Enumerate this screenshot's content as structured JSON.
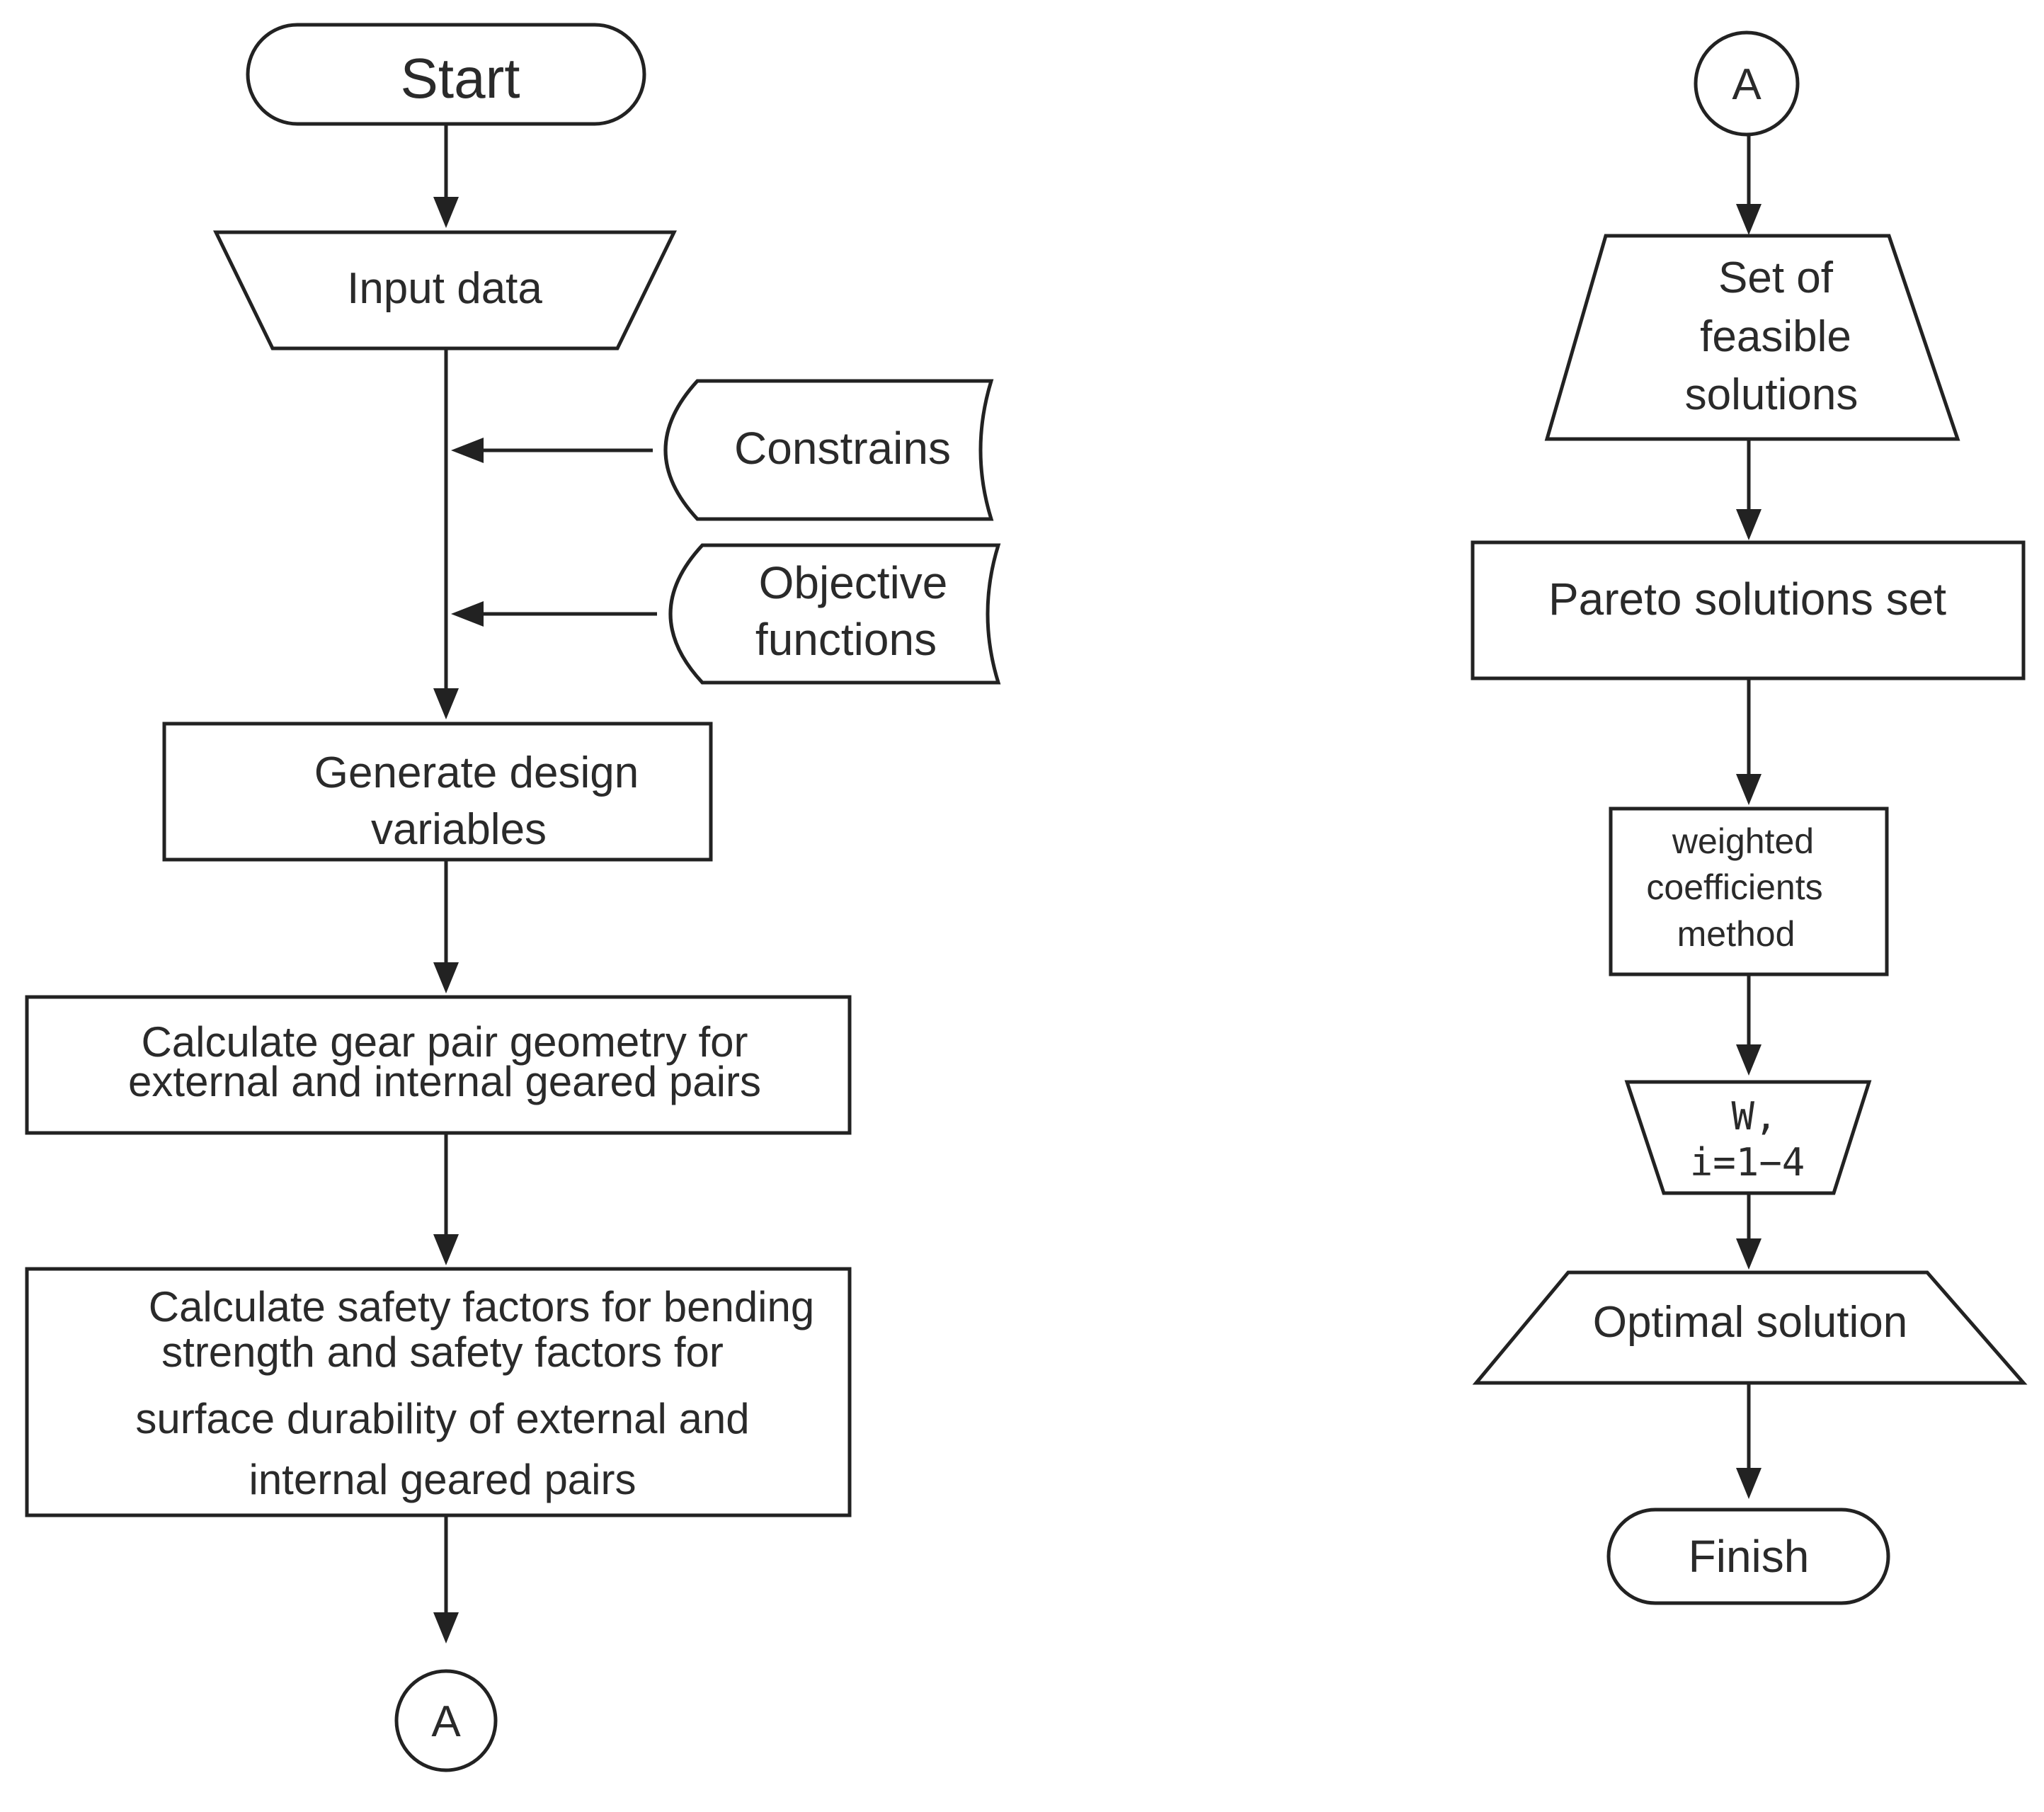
{
  "left_column": {
    "start": "Start",
    "input_data": "Input data",
    "constrains": "Constrains",
    "objective_functions": [
      "Objective",
      "functions"
    ],
    "generate_design_variables": [
      "Generate design",
      "variables"
    ],
    "calculate_geometry": [
      "Calculate gear pair geometry for",
      "external and internal geared pairs"
    ],
    "calculate_safety_factors": [
      "Calculate safety factors for bending",
      "strength and safety factors for",
      "surface durability of external and",
      "internal geared pairs"
    ],
    "connector_out": "A"
  },
  "right_column": {
    "connector_in": "A",
    "feasible_solutions": [
      "Set of",
      "feasible",
      "solutions"
    ],
    "pareto_set": "Pareto solutions set",
    "weighted_method": [
      "weighted",
      "coefficients",
      "method"
    ],
    "weights": [
      "W,",
      "i=1−4"
    ],
    "optimal_solution": "Optimal solution",
    "finish": "Finish"
  },
  "colors": {
    "stroke": "#222222",
    "text": "#2a2a2a",
    "background": "#ffffff"
  }
}
